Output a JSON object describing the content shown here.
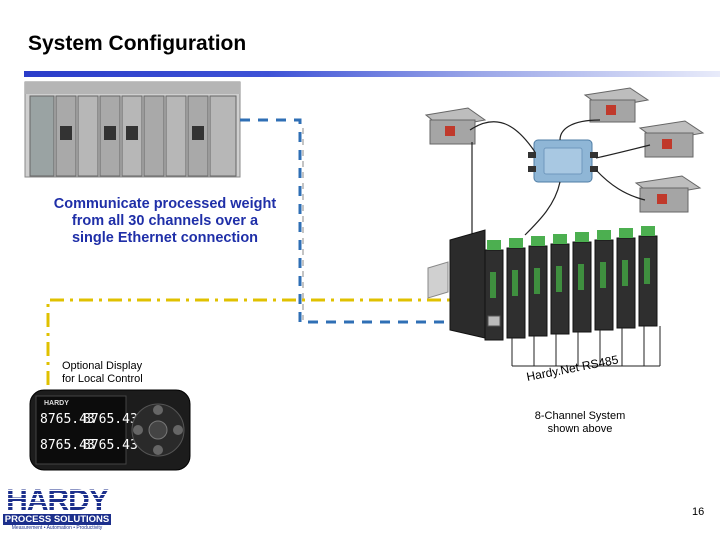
{
  "header": {
    "title": "System Configuration"
  },
  "callout": {
    "line1": "Communicate processed weight",
    "line2": "from all 30 channels over a",
    "line3": "single Ethernet connection"
  },
  "optional_display": {
    "line1": "Optional Display",
    "line2": "for Local Control"
  },
  "hardynet_label": "Hardy.Net RS485",
  "system_note": {
    "line1": "8-Channel System",
    "line2": "shown above"
  },
  "page_number": "16",
  "display": {
    "brand": "HARDY",
    "readings": [
      "8765.43",
      "8765.43",
      "8765.43",
      "8765.43"
    ]
  },
  "logo": {
    "name": "HARDY",
    "subtitle": "PROCESS SOLUTIONS",
    "tagline": "Measurement • Automation • Productivity"
  },
  "colors": {
    "title_bar": "#2a3cc9",
    "callout_text": "#1f2fa8",
    "ethernet_line": "#2f6fb5",
    "display_line": "#e0c100",
    "logo": "#1c2f8c"
  }
}
